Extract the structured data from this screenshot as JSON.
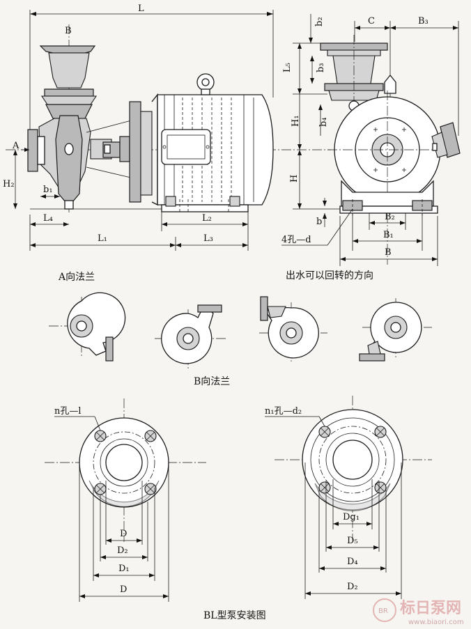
{
  "labels": {
    "L": "L",
    "B_top": "B",
    "A": "A",
    "H2": "H₂",
    "b1": "b₁",
    "L4": "L₄",
    "L1": "L₁",
    "L2": "L₂",
    "L3": "L₃",
    "b2": "b₂",
    "C": "C",
    "B3": "B₃",
    "L5": "L₅",
    "b3": "b₃",
    "H1": "H₁",
    "b4": "b₄",
    "H": "H",
    "b": "b",
    "B2": "B₂",
    "B1": "B₁",
    "B": "B",
    "holes_d": "4孔—d",
    "n_hole_1": "n孔—l",
    "n1_hole_d2": "n₁孔—d₂",
    "D_inner": "D",
    "D2_left": "D₂",
    "D1": "D₁",
    "D_outer": "D",
    "Dg1": "Dg₁",
    "D5": "D₅",
    "D4": "D₄",
    "D2_right": "D₂"
  },
  "captions": {
    "a_flange": "A向法兰",
    "rotation": "出水可以回转的方向",
    "b_flange": "B向法兰",
    "title": "BL型泵安装图"
  },
  "watermark": {
    "brand": "标日泵网",
    "url": "www.biaori.com",
    "logo": "BR"
  }
}
